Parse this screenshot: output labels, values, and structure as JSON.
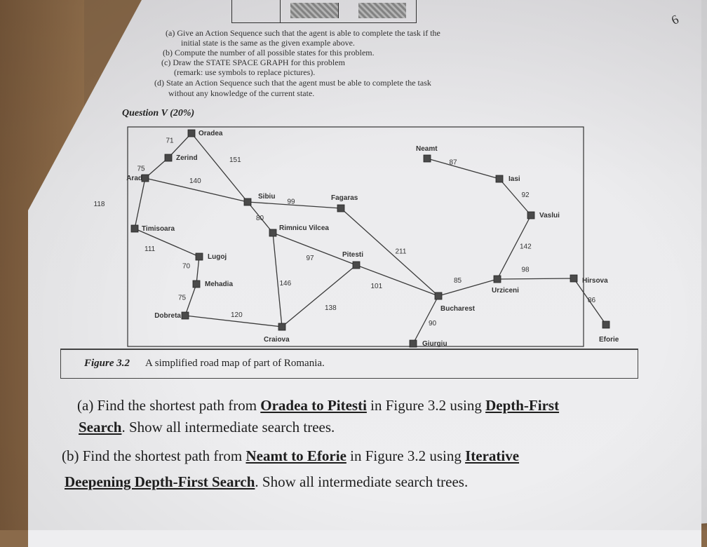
{
  "page_mark": "6",
  "items": [
    "(a) Give an Action Sequence such that the agent is able to complete the task if the",
    "initial state is the same as the given example above.",
    "(b) Compute the number of all possible states for this problem.",
    "(c) Draw the STATE SPACE GRAPH for this problem",
    "(remark: use symbols to replace pictures).",
    "(d) State an Action Sequence such that the agent must be able to complete the task",
    "without any knowledge of the current state."
  ],
  "question_heading": "Question V (20%)",
  "cities": [
    {
      "id": "oradea",
      "name": "Oradea"
    },
    {
      "id": "zerind",
      "name": "Zerind"
    },
    {
      "id": "arad",
      "name": "Arad"
    },
    {
      "id": "timisoara",
      "name": "Timisoara"
    },
    {
      "id": "lugoj",
      "name": "Lugoj"
    },
    {
      "id": "mehadia",
      "name": "Mehadia"
    },
    {
      "id": "dobreta",
      "name": "Dobreta"
    },
    {
      "id": "craiova",
      "name": "Craiova"
    },
    {
      "id": "sibiu",
      "name": "Sibiu"
    },
    {
      "id": "fagaras",
      "name": "Fagaras"
    },
    {
      "id": "rimnicu",
      "name": "Rimnicu Vilcea"
    },
    {
      "id": "pitesti",
      "name": "Pitesti"
    },
    {
      "id": "bucharest",
      "name": "Bucharest"
    },
    {
      "id": "giurgiu",
      "name": "Giurgiu"
    },
    {
      "id": "urziceni",
      "name": "Urziceni"
    },
    {
      "id": "hirsova",
      "name": "Hirsova"
    },
    {
      "id": "eforie",
      "name": "Eforie"
    },
    {
      "id": "vaslui",
      "name": "Vaslui"
    },
    {
      "id": "iasi",
      "name": "Iasi"
    },
    {
      "id": "neamt",
      "name": "Neamt"
    }
  ],
  "roads": [
    {
      "from": "oradea",
      "to": "zerind",
      "distance": "71"
    },
    {
      "from": "zerind",
      "to": "arad",
      "distance": "75"
    },
    {
      "from": "oradea",
      "to": "sibiu",
      "distance": "151"
    },
    {
      "from": "arad",
      "to": "sibiu",
      "distance": "140"
    },
    {
      "from": "arad",
      "to": "timisoara",
      "distance": "118"
    },
    {
      "from": "timisoara",
      "to": "lugoj",
      "distance": "111"
    },
    {
      "from": "lugoj",
      "to": "mehadia",
      "distance": "70"
    },
    {
      "from": "mehadia",
      "to": "dobreta",
      "distance": "75"
    },
    {
      "from": "dobreta",
      "to": "craiova",
      "distance": "120"
    },
    {
      "from": "sibiu",
      "to": "fagaras",
      "distance": "99"
    },
    {
      "from": "sibiu",
      "to": "rimnicu",
      "distance": "80"
    },
    {
      "from": "rimnicu",
      "to": "pitesti",
      "distance": "97"
    },
    {
      "from": "rimnicu",
      "to": "craiova",
      "distance": "146"
    },
    {
      "from": "craiova",
      "to": "pitesti",
      "distance": "138"
    },
    {
      "from": "fagaras",
      "to": "bucharest",
      "distance": "211"
    },
    {
      "from": "pitesti",
      "to": "bucharest",
      "distance": "101"
    },
    {
      "from": "bucharest",
      "to": "giurgiu",
      "distance": "90"
    },
    {
      "from": "bucharest",
      "to": "urziceni",
      "distance": "85"
    },
    {
      "from": "urziceni",
      "to": "hirsova",
      "distance": "98"
    },
    {
      "from": "hirsova",
      "to": "eforie",
      "distance": "86"
    },
    {
      "from": "urziceni",
      "to": "vaslui",
      "distance": "142"
    },
    {
      "from": "vaslui",
      "to": "iasi",
      "distance": "92"
    },
    {
      "from": "iasi",
      "to": "neamt",
      "distance": "87"
    }
  ],
  "figure": {
    "number": "Figure 3.2",
    "caption": "A simplified road map of part of Romania."
  },
  "part_a": {
    "prefix": "(a) Find the shortest path from ",
    "route": "Oradea to Pitesti",
    "middle": " in Figure 3.2 using ",
    "method_1": "Depth-First",
    "method_2": "Search",
    "suffix": ". Show all intermediate search trees."
  },
  "part_b": {
    "prefix": "(b) Find the shortest path from ",
    "route": "Neamt to Eforie",
    "middle": " in Figure 3.2 using ",
    "method_1": "Iterative",
    "method_2": "Deepening Depth-First Search",
    "suffix": ". Show all intermediate search trees."
  }
}
